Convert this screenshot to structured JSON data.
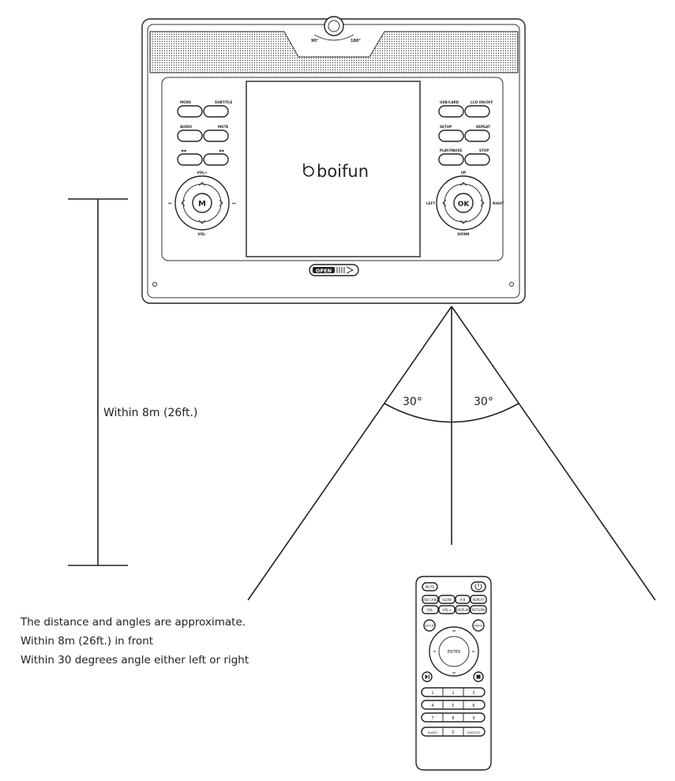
{
  "brand": {
    "logo_text": "boifun"
  },
  "player": {
    "camera_angle_left": "90°",
    "camera_angle_right": "180°",
    "left_buttons": [
      "MODE",
      "SUBTITLE",
      "AUDIO",
      "MUTE",
      "◀◀",
      "▶▶"
    ],
    "right_buttons": [
      "USB/CARD",
      "LCD ON/OFF",
      "SETUP",
      "REPEAT",
      "PLAY/PAUSE",
      "STOP"
    ],
    "left_dpad": {
      "center": "M",
      "top": "VOL+",
      "bottom": "VOL-",
      "left": "⏮",
      "right": "⏭"
    },
    "right_dpad": {
      "center": "OK",
      "top": "UP",
      "bottom": "DOWN",
      "left": "LEFT",
      "right": "RIGHT"
    },
    "open_latch": "OPEN"
  },
  "range": {
    "distance_label": "Within 8m (26ft.)",
    "angle_left": "30°",
    "angle_right": "30°"
  },
  "remote": {
    "top_left": "MUTE",
    "power_icon": "power-icon",
    "row1": [
      "USB CARD",
      "SLOW",
      "A-B",
      "REPEAT"
    ],
    "row2": [
      "VOL-",
      "VOL+",
      "DISPLAY",
      "RETURN"
    ],
    "setup": "SETUP",
    "menu": "MENU",
    "enter": "ENTER",
    "numbers": [
      "1",
      "2",
      "3",
      "4",
      "5",
      "6",
      "7",
      "8",
      "9"
    ],
    "bottom_row": [
      "AUDIO",
      "0",
      "SUBTITLE"
    ]
  },
  "notes": [
    "The distance and angles are approximate.",
    "Within 8m (26ft.) in front",
    "Within 30 degrees angle either left or right"
  ]
}
